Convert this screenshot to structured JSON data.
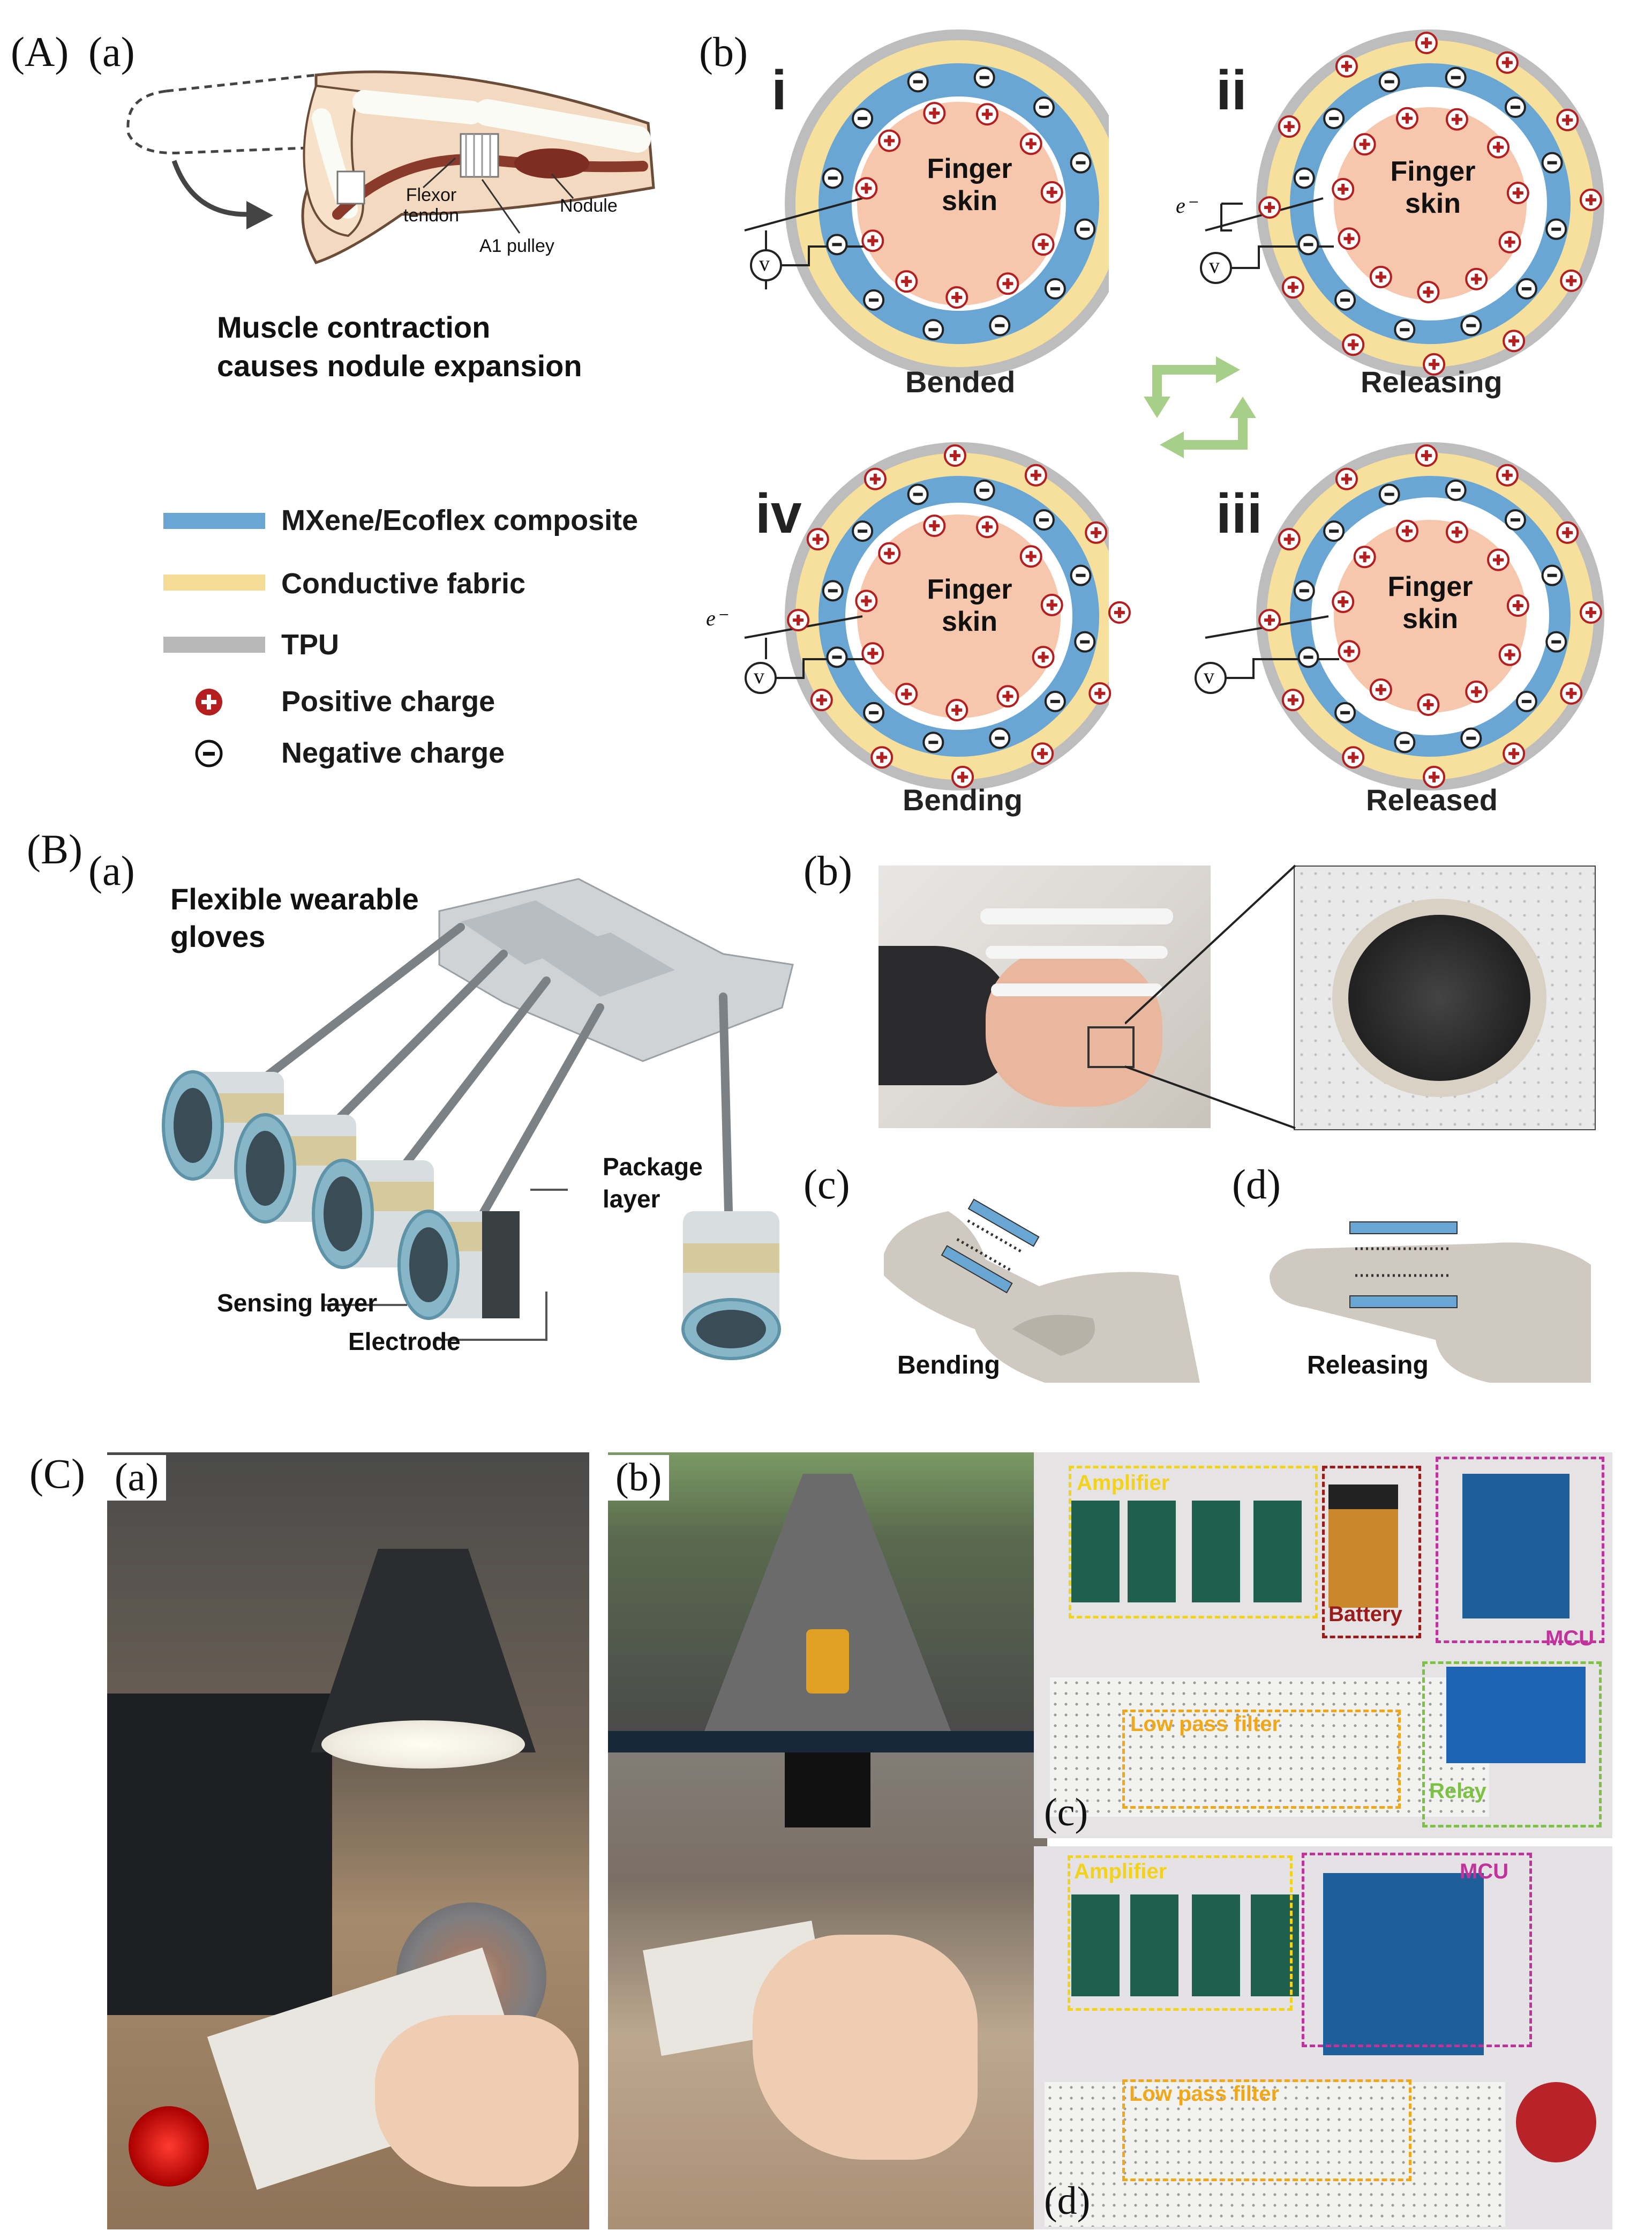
{
  "panels": {
    "A": "(A)",
    "A_a": "(a)",
    "A_b": "(b)",
    "B": "(B)",
    "B_a": "(a)",
    "B_b": "(b)",
    "B_c": "(c)",
    "B_d": "(d)",
    "C": "(C)",
    "C_a": "(a)",
    "C_b": "(b)",
    "C_c": "(c)",
    "C_d": "(d)"
  },
  "anatomy": {
    "flexor_tendon": "Flexor tendon",
    "a1_pulley": "A1 pulley",
    "nodule": "Nodule",
    "caption_line1": "Muscle contraction",
    "caption_line2": "causes nodule expansion"
  },
  "legend": [
    {
      "label": "MXene/Ecoflex composite",
      "color": "#6aa6d4"
    },
    {
      "label": "Conductive fabric",
      "color": "#f5dc96"
    },
    {
      "label": "TPU",
      "color": "#b7b7b7"
    },
    {
      "label": "Positive charge",
      "icon": "positive-charge-icon"
    },
    {
      "label": "Negative charge",
      "icon": "negative-charge-icon"
    }
  ],
  "states": [
    {
      "numeral": "i",
      "caption": "Bended",
      "inner": "Finger skin"
    },
    {
      "numeral": "ii",
      "caption": "Releasing",
      "inner": "Finger skin"
    },
    {
      "numeral": "iii",
      "caption": "Released",
      "inner": "Finger skin"
    },
    {
      "numeral": "iv",
      "caption": "Bending",
      "inner": "Finger skin"
    }
  ],
  "sensor_labels": {
    "voltmeter": "v",
    "electron": "e⁻"
  },
  "glove": {
    "title_line1": "Flexible wearable",
    "title_line2": "gloves",
    "package_layer_1": "Package",
    "package_layer_2": "layer",
    "sensing_layer": "Sensing layer",
    "electrode": "Electrode"
  },
  "finger_motion": {
    "bending": "Bending",
    "releasing": "Releasing"
  },
  "circuit": {
    "amplifier": "Amplifier",
    "battery": "Battery",
    "mcu": "MCU",
    "low_pass_filter": "Low pass filter",
    "relay": "Relay"
  },
  "colors": {
    "composite": "#6aa6d4",
    "fabric": "#f5dc96",
    "tpu": "#b7b7b7",
    "skin": "#f6c7ad",
    "positive": "#b41e1e",
    "amplifier_box": "#f2d21b",
    "battery_box": "#9b1b1b",
    "mcu_box": "#c0339b",
    "filter_box": "#f0a81a",
    "relay_box": "#7cc242"
  }
}
